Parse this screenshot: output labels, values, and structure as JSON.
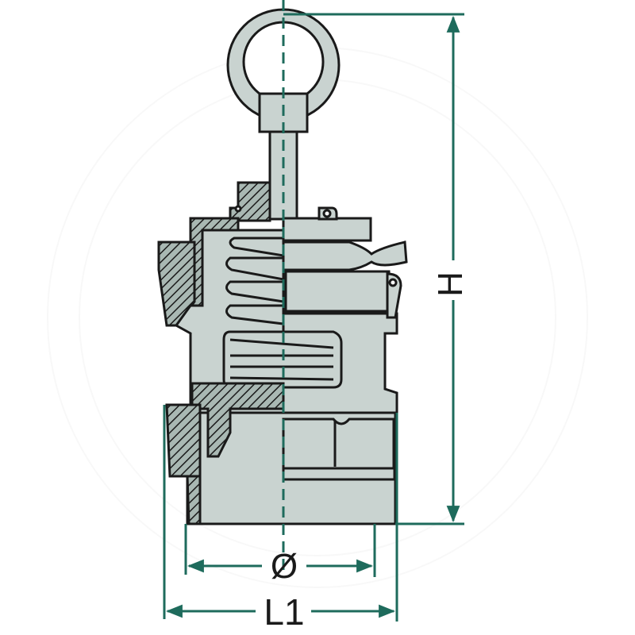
{
  "figure": {
    "subject": "drain plug with lifting eye, spring and threaded body (half-section view)",
    "view": "half section: left side hatched section, right side exterior"
  },
  "dimensions": {
    "height_label": "H",
    "diameter_label": "Ø",
    "length_label": "L1"
  },
  "colors": {
    "dimension_line": "#1e6b5c",
    "part_fill": "#c9d3d0",
    "part_fill_dark": "#a9b8b3",
    "outline": "#1a1a1a",
    "background": "#ffffff"
  }
}
